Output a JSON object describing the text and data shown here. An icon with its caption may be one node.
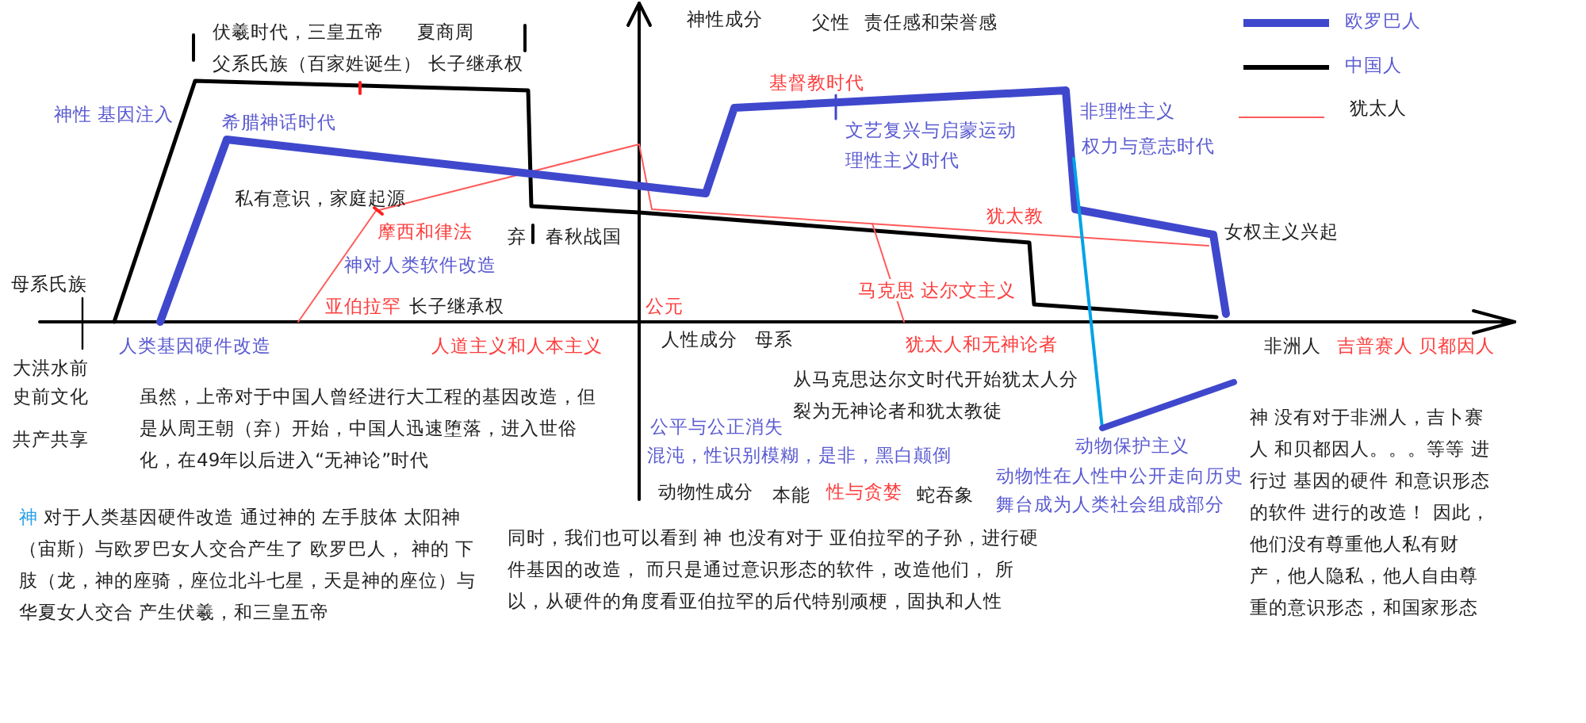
{
  "diagram": {
    "labels": [
      "伏羲时代，三皇五帝",
      "夏商周",
      "神性成分",
      "父性",
      "责任感和荣誉感",
      "父系氏族（百家姓诞生）",
      "长子继承权",
      "基督教时代",
      "神性 基因注入",
      "希腊神话时代",
      "非理性主义",
      "文艺复兴与启蒙运动",
      "权力与意志时代",
      "理性主义时代",
      "私有意识，家庭起源",
      "摩西和律法",
      "弃",
      "春秋战国",
      "犹太教",
      "女权主义兴起",
      "母系氏族",
      "神对人类软件改造",
      "亚伯拉罕",
      "长子继承权",
      "公元",
      "马克思 达尔文主义",
      "人类基因硬件改造",
      "人道主义和人本主义",
      "人性成分",
      "母系",
      "犹太人和无神论者",
      "非洲人",
      "吉普赛人 贝都因人",
      "大洪水前",
      "史前文化",
      "共产共享",
      "虽然，上帝对于中国人曾经进行大工程的基因改造，但是从周王朝（弃）开始，中国人迅速堕落，进入世俗化，在49年以后进入“无神论”时代",
      "从马克思达尔文时代开始犹太人分裂为无神论者和犹太教徒",
      "公平与公正消失",
      "混沌，性识别模糊，是非，黑白颠倒",
      "动物保护主义",
      "动物性在人性中公开走向历史舞台成为人类社会组成部分",
      "神 没有对于非洲人，吉卜赛人 和贝都因人。。。等等 进行过 基因的硬件 和意识形态的软件 进行的改造！ 因此，他们没有尊重他人私有财产，他人隐私，他人自由尊重的意识形态，和国家形态",
      "动物性成分",
      "本能",
      "性与贪婪",
      "蛇吞象",
      "神 对于人类基因硬件改造 通过神的 左手肢体 太阳神（宙斯）与欧罗巴女人交合产生了 欧罗巴人， 神的 下肢（龙，神的座骑，座位北斗七星，天是神的座位）与华夏女人交合 产生伏羲，和三皇五帝",
      "同时，我们也可以看到 神 也没有对于 亚伯拉罕的子孙，进行硬件基因的改造， 而只是通过意识形态的软件，改造他们， 所以，从硬件的角度看亚伯拉罕的后代特别顽梗，固执和人性"
    ],
    "legend": [
      {
        "text": "欧罗巴人"
      },
      {
        "text": "中国人"
      },
      {
        "text": "犹太人"
      }
    ]
  }
}
